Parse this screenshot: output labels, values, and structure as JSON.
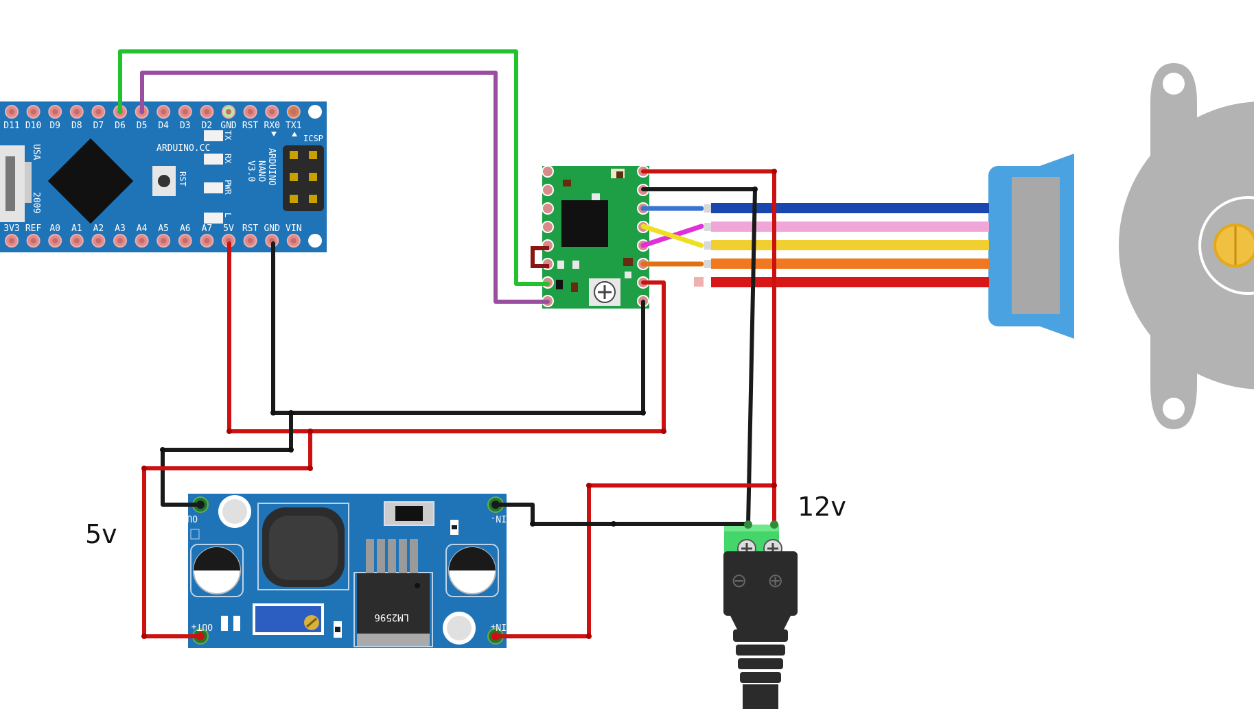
{
  "nano": {
    "top_pins": [
      "D11",
      "D10",
      "D9",
      "D8",
      "D7",
      "D6",
      "D5",
      "D4",
      "D3",
      "D2",
      "GND",
      "RST",
      "RX0",
      "TX1"
    ],
    "bottom_pins": [
      "3V3",
      "REF",
      "A0",
      "A1",
      "A2",
      "A3",
      "A4",
      "A5",
      "A6",
      "A7",
      "5V",
      "RST",
      "GND",
      "VIN"
    ],
    "text_left_1": "USA",
    "text_left_2": "2009",
    "brand": "ARDUINO.CC",
    "model_1": "ARDUINO",
    "model_2": "NANO",
    "model_3": "V3.0",
    "icsp": "ICSP",
    "led_tx": "TX",
    "led_rx": "RX",
    "led_pwr": "PWR",
    "led_l": "L",
    "rst_btn": "RST"
  },
  "buck": {
    "out_minus": "OUT-",
    "out_plus": "OUT+",
    "in_minus": "IN-",
    "in_plus": "IN+",
    "chip": "LM2596"
  },
  "labels": {
    "five_volt": "5v",
    "twelve_volt": "12v"
  },
  "jack": {
    "minus_symbol": "⊖",
    "plus_symbol": "⊕"
  },
  "colors": {
    "wire_red": "#cc1111",
    "wire_black": "#1a1a1a",
    "wire_green": "#22c22e",
    "wire_purple": "#9a4ea0",
    "board_blue": "#1f73b7",
    "driver_green": "#1e9e45",
    "motor_grey": "#b3b3b3",
    "motor_blue": "#4aa3e0"
  }
}
